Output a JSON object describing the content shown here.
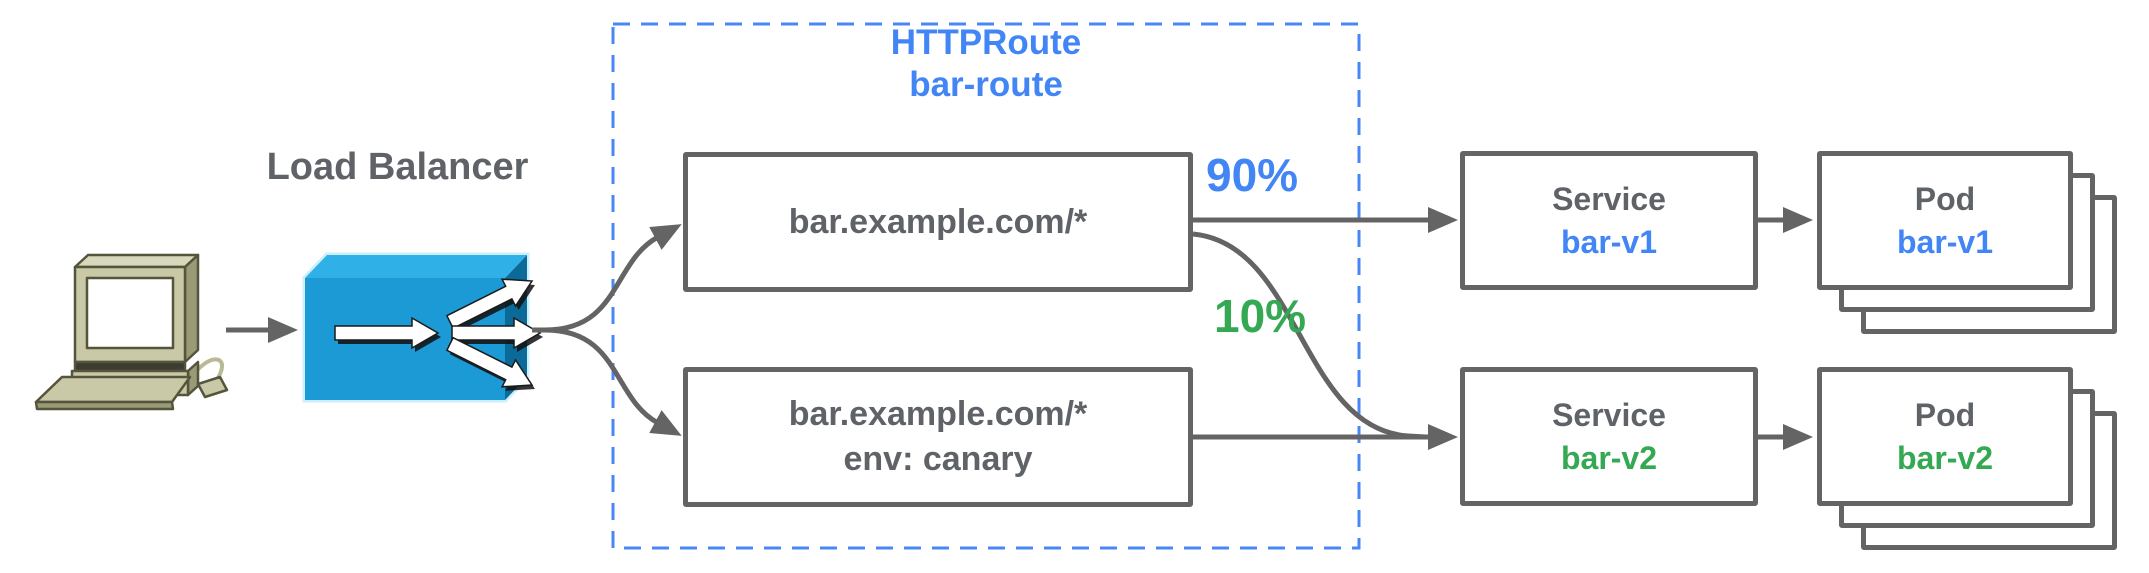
{
  "diagram": {
    "client": {
      "icon": "computer-icon"
    },
    "load_balancer": {
      "label": "Load Balancer",
      "icon": "load-balancer-3d-icon",
      "color_front": "#1b9ad6",
      "color_top": "#2fb1e8",
      "color_side": "#0b6a97"
    },
    "http_route": {
      "title_line1": "HTTPRoute",
      "title_line2": "bar-route",
      "border_color": "#4285f4",
      "rules": [
        {
          "lines": [
            "bar.example.com/*"
          ]
        },
        {
          "lines": [
            "bar.example.com/*",
            "env: canary"
          ]
        }
      ]
    },
    "weights": {
      "v1": "90%",
      "v2": "10%"
    },
    "services": [
      {
        "kind": "Service",
        "name": "bar-v1"
      },
      {
        "kind": "Service",
        "name": "bar-v2"
      }
    ],
    "pods": [
      {
        "kind": "Pod",
        "name": "bar-v1"
      },
      {
        "kind": "Pod",
        "name": "bar-v2"
      }
    ],
    "colors": {
      "blue": "#4285f4",
      "green": "#34a853",
      "gray_text": "#5f6368",
      "arrow_gray": "#646464"
    }
  }
}
